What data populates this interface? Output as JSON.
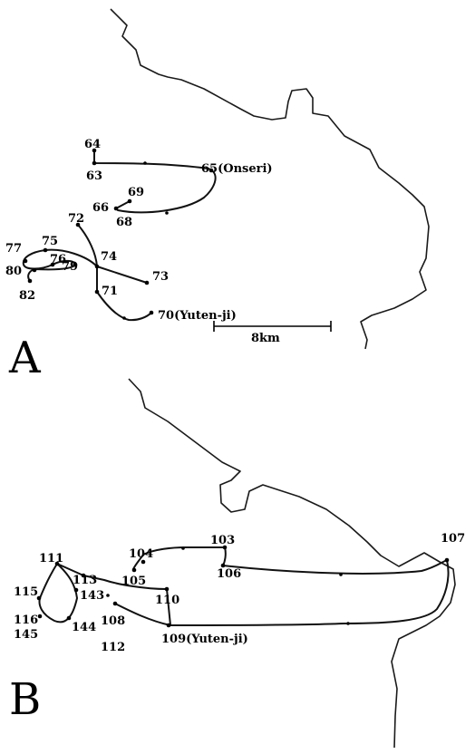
{
  "panel_a": {
    "letter": "A",
    "scale_label": "8km",
    "stations": [
      {
        "name": "st-64",
        "text": "64"
      },
      {
        "name": "st-63",
        "text": "63"
      },
      {
        "name": "st-65",
        "text": "65(Onseri)"
      },
      {
        "name": "st-69",
        "text": "69"
      },
      {
        "name": "st-66",
        "text": "66"
      },
      {
        "name": "st-68",
        "text": "68"
      },
      {
        "name": "st-72",
        "text": "72"
      },
      {
        "name": "st-75",
        "text": "75"
      },
      {
        "name": "st-77",
        "text": "77"
      },
      {
        "name": "st-76",
        "text": "76"
      },
      {
        "name": "st-74",
        "text": "74"
      },
      {
        "name": "st-80",
        "text": "80"
      },
      {
        "name": "st-79",
        "text": "79"
      },
      {
        "name": "st-73",
        "text": "73"
      },
      {
        "name": "st-82",
        "text": "82"
      },
      {
        "name": "st-71",
        "text": "71"
      },
      {
        "name": "st-70",
        "text": "70(Yuten-ji)"
      }
    ]
  },
  "panel_b": {
    "letter": "B",
    "stations": [
      {
        "name": "st-103",
        "text": "103"
      },
      {
        "name": "st-107",
        "text": "107"
      },
      {
        "name": "st-104",
        "text": "104"
      },
      {
        "name": "st-106",
        "text": "106"
      },
      {
        "name": "st-105",
        "text": "105"
      },
      {
        "name": "st-111",
        "text": "111"
      },
      {
        "name": "st-113",
        "text": "113"
      },
      {
        "name": "st-115",
        "text": "115"
      },
      {
        "name": "st-143",
        "text": "143"
      },
      {
        "name": "st-110",
        "text": "110"
      },
      {
        "name": "st-116",
        "text": "116"
      },
      {
        "name": "st-144",
        "text": "144"
      },
      {
        "name": "st-145",
        "text": "145"
      },
      {
        "name": "st-108",
        "text": "108"
      },
      {
        "name": "st-112",
        "text": "112"
      },
      {
        "name": "st-109",
        "text": "109(Yuten-ji)"
      }
    ]
  }
}
